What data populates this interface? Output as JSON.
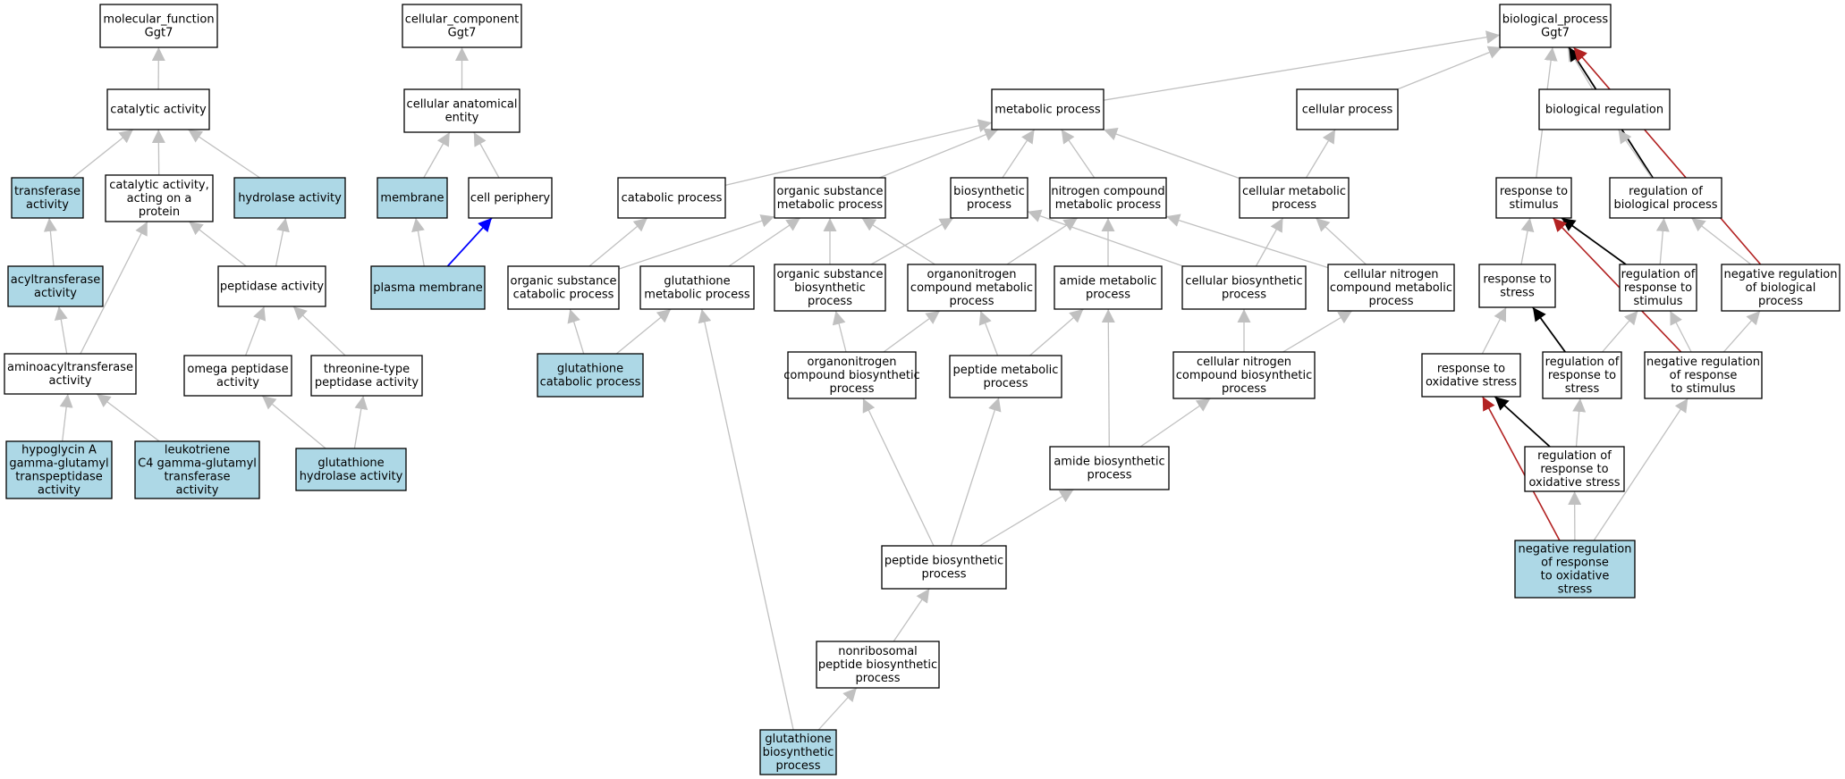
{
  "colors": {
    "highlight_fill": "#add8e6",
    "plain_fill": "#ffffff",
    "edge_is_a": "#c0c0c0",
    "edge_part_of": "#0000ff",
    "edge_regulates": "#000000",
    "edge_negatively_regulates": "#b22222"
  },
  "nodes": [
    {
      "id": "molecular_function",
      "lines": [
        "molecular_function",
        "Ggt7"
      ],
      "highlight": false
    },
    {
      "id": "catalytic_activity",
      "lines": [
        "catalytic activity"
      ],
      "highlight": false
    },
    {
      "id": "transferase_activity",
      "lines": [
        "transferase",
        "activity"
      ],
      "highlight": true
    },
    {
      "id": "catalytic_activity_protein",
      "lines": [
        "catalytic activity,",
        "acting on a",
        "protein"
      ],
      "highlight": false
    },
    {
      "id": "hydrolase_activity",
      "lines": [
        "hydrolase activity"
      ],
      "highlight": true
    },
    {
      "id": "acyltransferase_activity",
      "lines": [
        "acyltransferase",
        "activity"
      ],
      "highlight": true
    },
    {
      "id": "peptidase_activity",
      "lines": [
        "peptidase activity"
      ],
      "highlight": false
    },
    {
      "id": "aminoacyltransferase_activity",
      "lines": [
        "aminoacyltransferase",
        "activity"
      ],
      "highlight": false
    },
    {
      "id": "omega_peptidase_activity",
      "lines": [
        "omega peptidase",
        "activity"
      ],
      "highlight": false
    },
    {
      "id": "threonine_peptidase_activity",
      "lines": [
        "threonine-type",
        "peptidase activity"
      ],
      "highlight": false
    },
    {
      "id": "hypoglycin",
      "lines": [
        "hypoglycin A",
        "gamma-glutamyl",
        "transpeptidase",
        "activity"
      ],
      "highlight": true
    },
    {
      "id": "leukotriene",
      "lines": [
        "leukotriene",
        "C4 gamma-glutamyl",
        "transferase",
        "activity"
      ],
      "highlight": true
    },
    {
      "id": "glutathione_hydrolase",
      "lines": [
        "glutathione",
        "hydrolase activity"
      ],
      "highlight": true
    },
    {
      "id": "cellular_component",
      "lines": [
        "cellular_component",
        "Ggt7"
      ],
      "highlight": false
    },
    {
      "id": "cellular_anatomical_entity",
      "lines": [
        "cellular anatomical",
        "entity"
      ],
      "highlight": false
    },
    {
      "id": "membrane",
      "lines": [
        "membrane"
      ],
      "highlight": true
    },
    {
      "id": "cell_periphery",
      "lines": [
        "cell periphery"
      ],
      "highlight": false
    },
    {
      "id": "plasma_membrane",
      "lines": [
        "plasma membrane"
      ],
      "highlight": true
    },
    {
      "id": "metabolic_process",
      "lines": [
        "metabolic process"
      ],
      "highlight": false
    },
    {
      "id": "catabolic_process",
      "lines": [
        "catabolic process"
      ],
      "highlight": false
    },
    {
      "id": "organic_substance_metabolic",
      "lines": [
        "organic substance",
        "metabolic process"
      ],
      "highlight": false
    },
    {
      "id": "biosynthetic_process",
      "lines": [
        "biosynthetic",
        "process"
      ],
      "highlight": false
    },
    {
      "id": "nitrogen_compound_metabolic",
      "lines": [
        "nitrogen compound",
        "metabolic process"
      ],
      "highlight": false
    },
    {
      "id": "cellular_metabolic",
      "lines": [
        "cellular metabolic",
        "process"
      ],
      "highlight": false
    },
    {
      "id": "organic_substance_catabolic",
      "lines": [
        "organic substance",
        "catabolic process"
      ],
      "highlight": false
    },
    {
      "id": "glutathione_metabolic",
      "lines": [
        "glutathione",
        "metabolic process"
      ],
      "highlight": false
    },
    {
      "id": "organic_substance_biosynthetic",
      "lines": [
        "organic substance",
        "biosynthetic",
        "process"
      ],
      "highlight": false
    },
    {
      "id": "organonitrogen_metabolic",
      "lines": [
        "organonitrogen",
        "compound metabolic",
        "process"
      ],
      "highlight": false
    },
    {
      "id": "amide_metabolic",
      "lines": [
        "amide metabolic",
        "process"
      ],
      "highlight": false
    },
    {
      "id": "cellular_biosynthetic",
      "lines": [
        "cellular biosynthetic",
        "process"
      ],
      "highlight": false
    },
    {
      "id": "cellular_nitrogen_metabolic",
      "lines": [
        "cellular nitrogen",
        "compound metabolic",
        "process"
      ],
      "highlight": false
    },
    {
      "id": "glutathione_catabolic",
      "lines": [
        "glutathione",
        "catabolic process"
      ],
      "highlight": true
    },
    {
      "id": "organonitrogen_biosynthetic",
      "lines": [
        "organonitrogen",
        "compound biosynthetic",
        "process"
      ],
      "highlight": false
    },
    {
      "id": "peptide_metabolic",
      "lines": [
        "peptide metabolic",
        "process"
      ],
      "highlight": false
    },
    {
      "id": "cellular_nitrogen_biosynthetic",
      "lines": [
        "cellular nitrogen",
        "compound biosynthetic",
        "process"
      ],
      "highlight": false
    },
    {
      "id": "amide_biosynthetic",
      "lines": [
        "amide biosynthetic",
        "process"
      ],
      "highlight": false
    },
    {
      "id": "peptide_biosynthetic",
      "lines": [
        "peptide biosynthetic",
        "process"
      ],
      "highlight": false
    },
    {
      "id": "nonribosomal_peptide_biosynthetic",
      "lines": [
        "nonribosomal",
        "peptide biosynthetic",
        "process"
      ],
      "highlight": false
    },
    {
      "id": "glutathione_biosynthetic",
      "lines": [
        "glutathione",
        "biosynthetic",
        "process"
      ],
      "highlight": true
    },
    {
      "id": "cellular_process",
      "lines": [
        "cellular process"
      ],
      "highlight": false
    },
    {
      "id": "biological_process",
      "lines": [
        "biological_process",
        "Ggt7"
      ],
      "highlight": false
    },
    {
      "id": "biological_regulation",
      "lines": [
        "biological regulation"
      ],
      "highlight": false
    },
    {
      "id": "response_to_stimulus",
      "lines": [
        "response to",
        "stimulus"
      ],
      "highlight": false
    },
    {
      "id": "regulation_of_biological_process",
      "lines": [
        "regulation of",
        "biological process"
      ],
      "highlight": false
    },
    {
      "id": "response_to_stress",
      "lines": [
        "response to",
        "stress"
      ],
      "highlight": false
    },
    {
      "id": "regulation_of_response_to_stimulus",
      "lines": [
        "regulation of",
        "response to",
        "stimulus"
      ],
      "highlight": false
    },
    {
      "id": "negative_regulation_of_biological_process",
      "lines": [
        "negative regulation",
        "of biological",
        "process"
      ],
      "highlight": false
    },
    {
      "id": "response_to_oxidative_stress",
      "lines": [
        "response to",
        "oxidative stress"
      ],
      "highlight": false
    },
    {
      "id": "regulation_of_response_to_stress",
      "lines": [
        "regulation of",
        "response to",
        "stress"
      ],
      "highlight": false
    },
    {
      "id": "negative_regulation_of_response_to_stimulus",
      "lines": [
        "negative regulation",
        "of response",
        "to stimulus"
      ],
      "highlight": false
    },
    {
      "id": "regulation_of_response_to_oxidative_stress",
      "lines": [
        "regulation of",
        "response to",
        "oxidative stress"
      ],
      "highlight": false
    },
    {
      "id": "negative_regulation_of_response_to_oxidative_stress",
      "lines": [
        "negative regulation",
        "of response",
        "to oxidative",
        "stress"
      ],
      "highlight": true
    }
  ],
  "edges": [
    {
      "from": "catalytic_activity",
      "to": "molecular_function",
      "type": "is_a"
    },
    {
      "from": "transferase_activity",
      "to": "catalytic_activity",
      "type": "is_a"
    },
    {
      "from": "catalytic_activity_protein",
      "to": "catalytic_activity",
      "type": "is_a"
    },
    {
      "from": "hydrolase_activity",
      "to": "catalytic_activity",
      "type": "is_a"
    },
    {
      "from": "acyltransferase_activity",
      "to": "transferase_activity",
      "type": "is_a"
    },
    {
      "from": "peptidase_activity",
      "to": "catalytic_activity_protein",
      "type": "is_a"
    },
    {
      "from": "peptidase_activity",
      "to": "hydrolase_activity",
      "type": "is_a"
    },
    {
      "from": "aminoacyltransferase_activity",
      "to": "acyltransferase_activity",
      "type": "is_a"
    },
    {
      "from": "aminoacyltransferase_activity",
      "to": "catalytic_activity_protein",
      "type": "is_a"
    },
    {
      "from": "omega_peptidase_activity",
      "to": "peptidase_activity",
      "type": "is_a"
    },
    {
      "from": "threonine_peptidase_activity",
      "to": "peptidase_activity",
      "type": "is_a"
    },
    {
      "from": "hypoglycin",
      "to": "aminoacyltransferase_activity",
      "type": "is_a"
    },
    {
      "from": "leukotriene",
      "to": "aminoacyltransferase_activity",
      "type": "is_a"
    },
    {
      "from": "glutathione_hydrolase",
      "to": "omega_peptidase_activity",
      "type": "is_a"
    },
    {
      "from": "glutathione_hydrolase",
      "to": "threonine_peptidase_activity",
      "type": "is_a"
    },
    {
      "from": "cellular_anatomical_entity",
      "to": "cellular_component",
      "type": "is_a"
    },
    {
      "from": "membrane",
      "to": "cellular_anatomical_entity",
      "type": "is_a"
    },
    {
      "from": "cell_periphery",
      "to": "cellular_anatomical_entity",
      "type": "is_a"
    },
    {
      "from": "plasma_membrane",
      "to": "membrane",
      "type": "is_a"
    },
    {
      "from": "plasma_membrane",
      "to": "cell_periphery",
      "type": "part_of"
    },
    {
      "from": "metabolic_process",
      "to": "biological_process",
      "type": "is_a"
    },
    {
      "from": "cellular_process",
      "to": "biological_process",
      "type": "is_a"
    },
    {
      "from": "biological_regulation",
      "to": "biological_process",
      "type": "is_a"
    },
    {
      "from": "response_to_stimulus",
      "to": "biological_process",
      "type": "is_a"
    },
    {
      "from": "regulation_of_biological_process",
      "to": "biological_process",
      "type": "regulates"
    },
    {
      "from": "negative_regulation_of_biological_process",
      "to": "biological_process",
      "type": "negatively_regulates"
    },
    {
      "from": "catabolic_process",
      "to": "metabolic_process",
      "type": "is_a"
    },
    {
      "from": "organic_substance_metabolic",
      "to": "metabolic_process",
      "type": "is_a"
    },
    {
      "from": "biosynthetic_process",
      "to": "metabolic_process",
      "type": "is_a"
    },
    {
      "from": "nitrogen_compound_metabolic",
      "to": "metabolic_process",
      "type": "is_a"
    },
    {
      "from": "cellular_metabolic",
      "to": "metabolic_process",
      "type": "is_a"
    },
    {
      "from": "cellular_metabolic",
      "to": "cellular_process",
      "type": "is_a"
    },
    {
      "from": "organic_substance_catabolic",
      "to": "catabolic_process",
      "type": "is_a"
    },
    {
      "from": "organic_substance_catabolic",
      "to": "organic_substance_metabolic",
      "type": "is_a"
    },
    {
      "from": "glutathione_metabolic",
      "to": "organic_substance_metabolic",
      "type": "is_a"
    },
    {
      "from": "organic_substance_biosynthetic",
      "to": "organic_substance_metabolic",
      "type": "is_a"
    },
    {
      "from": "organic_substance_biosynthetic",
      "to": "biosynthetic_process",
      "type": "is_a"
    },
    {
      "from": "organonitrogen_metabolic",
      "to": "organic_substance_metabolic",
      "type": "is_a"
    },
    {
      "from": "organonitrogen_metabolic",
      "to": "nitrogen_compound_metabolic",
      "type": "is_a"
    },
    {
      "from": "amide_metabolic",
      "to": "nitrogen_compound_metabolic",
      "type": "is_a"
    },
    {
      "from": "cellular_biosynthetic",
      "to": "biosynthetic_process",
      "type": "is_a"
    },
    {
      "from": "cellular_biosynthetic",
      "to": "cellular_metabolic",
      "type": "is_a"
    },
    {
      "from": "cellular_nitrogen_metabolic",
      "to": "nitrogen_compound_metabolic",
      "type": "is_a"
    },
    {
      "from": "cellular_nitrogen_metabolic",
      "to": "cellular_metabolic",
      "type": "is_a"
    },
    {
      "from": "glutathione_catabolic",
      "to": "organic_substance_catabolic",
      "type": "is_a"
    },
    {
      "from": "glutathione_catabolic",
      "to": "glutathione_metabolic",
      "type": "is_a"
    },
    {
      "from": "organonitrogen_biosynthetic",
      "to": "organic_substance_biosynthetic",
      "type": "is_a"
    },
    {
      "from": "organonitrogen_biosynthetic",
      "to": "organonitrogen_metabolic",
      "type": "is_a"
    },
    {
      "from": "peptide_metabolic",
      "to": "organonitrogen_metabolic",
      "type": "is_a"
    },
    {
      "from": "peptide_metabolic",
      "to": "amide_metabolic",
      "type": "is_a"
    },
    {
      "from": "cellular_nitrogen_biosynthetic",
      "to": "cellular_biosynthetic",
      "type": "is_a"
    },
    {
      "from": "cellular_nitrogen_biosynthetic",
      "to": "cellular_nitrogen_metabolic",
      "type": "is_a"
    },
    {
      "from": "amide_biosynthetic",
      "to": "amide_metabolic",
      "type": "is_a"
    },
    {
      "from": "amide_biosynthetic",
      "to": "cellular_nitrogen_biosynthetic",
      "type": "is_a"
    },
    {
      "from": "peptide_biosynthetic",
      "to": "organonitrogen_biosynthetic",
      "type": "is_a"
    },
    {
      "from": "peptide_biosynthetic",
      "to": "peptide_metabolic",
      "type": "is_a"
    },
    {
      "from": "peptide_biosynthetic",
      "to": "amide_biosynthetic",
      "type": "is_a"
    },
    {
      "from": "nonribosomal_peptide_biosynthetic",
      "to": "peptide_biosynthetic",
      "type": "is_a"
    },
    {
      "from": "glutathione_biosynthetic",
      "to": "nonribosomal_peptide_biosynthetic",
      "type": "is_a"
    },
    {
      "from": "glutathione_biosynthetic",
      "to": "glutathione_metabolic",
      "type": "is_a"
    },
    {
      "from": "regulation_of_biological_process",
      "to": "biological_regulation",
      "type": "is_a"
    },
    {
      "from": "response_to_stress",
      "to": "response_to_stimulus",
      "type": "is_a"
    },
    {
      "from": "regulation_of_response_to_stimulus",
      "to": "regulation_of_biological_process",
      "type": "is_a"
    },
    {
      "from": "regulation_of_response_to_stimulus",
      "to": "response_to_stimulus",
      "type": "regulates"
    },
    {
      "from": "negative_regulation_of_biological_process",
      "to": "regulation_of_biological_process",
      "type": "is_a"
    },
    {
      "from": "response_to_oxidative_stress",
      "to": "response_to_stress",
      "type": "is_a"
    },
    {
      "from": "regulation_of_response_to_stress",
      "to": "regulation_of_response_to_stimulus",
      "type": "is_a"
    },
    {
      "from": "regulation_of_response_to_stress",
      "to": "response_to_stress",
      "type": "regulates"
    },
    {
      "from": "negative_regulation_of_response_to_stimulus",
      "to": "regulation_of_response_to_stimulus",
      "type": "is_a"
    },
    {
      "from": "negative_regulation_of_response_to_stimulus",
      "to": "negative_regulation_of_biological_process",
      "type": "is_a"
    },
    {
      "from": "negative_regulation_of_response_to_stimulus",
      "to": "response_to_stimulus",
      "type": "negatively_regulates"
    },
    {
      "from": "regulation_of_response_to_oxidative_stress",
      "to": "regulation_of_response_to_stress",
      "type": "is_a"
    },
    {
      "from": "regulation_of_response_to_oxidative_stress",
      "to": "response_to_oxidative_stress",
      "type": "regulates"
    },
    {
      "from": "negative_regulation_of_response_to_oxidative_stress",
      "to": "regulation_of_response_to_oxidative_stress",
      "type": "is_a"
    },
    {
      "from": "negative_regulation_of_response_to_oxidative_stress",
      "to": "negative_regulation_of_response_to_stimulus",
      "type": "is_a"
    },
    {
      "from": "negative_regulation_of_response_to_oxidative_stress",
      "to": "response_to_oxidative_stress",
      "type": "negatively_regulates"
    }
  ]
}
